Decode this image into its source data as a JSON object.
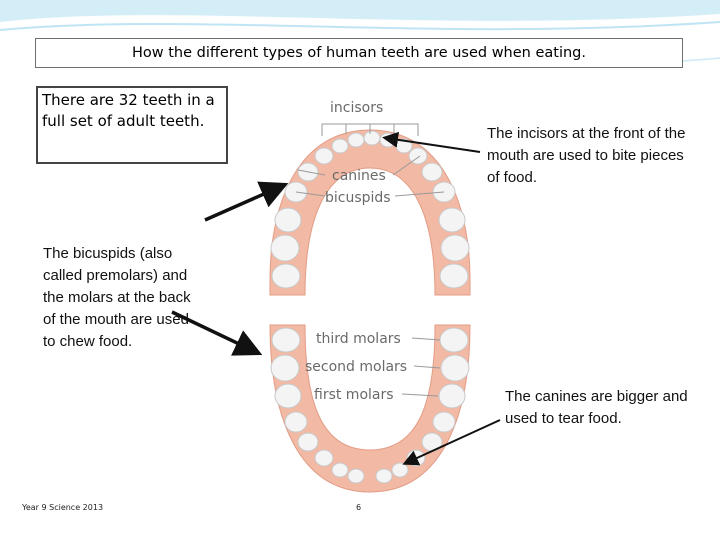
{
  "colors": {
    "gum": "#f2b9a4",
    "gum_edge": "#e39c85",
    "tooth": "#f4f4f4",
    "background": "#ffffff",
    "header_wave": "#d4eef8"
  },
  "title": "How the different types of human teeth are used when eating.",
  "intro": "There are 32 teeth in a full set of adult teeth.",
  "callouts": {
    "incisors": "The incisors at the front of the mouth are used to bite pieces of food.",
    "bicuspids": "The bicuspids (also called premolars) and the molars at the back of the mouth are used to chew food.",
    "canines": "The canines are bigger and used to tear food."
  },
  "diagram_labels": {
    "incisors": "incisors",
    "canines": "canines",
    "bicuspids": "bicuspids",
    "third_molars": "third molars",
    "second_molars": "second molars",
    "first_molars": "first molars"
  },
  "footer": {
    "left": "Year 9 Science 2013",
    "page": "6"
  }
}
